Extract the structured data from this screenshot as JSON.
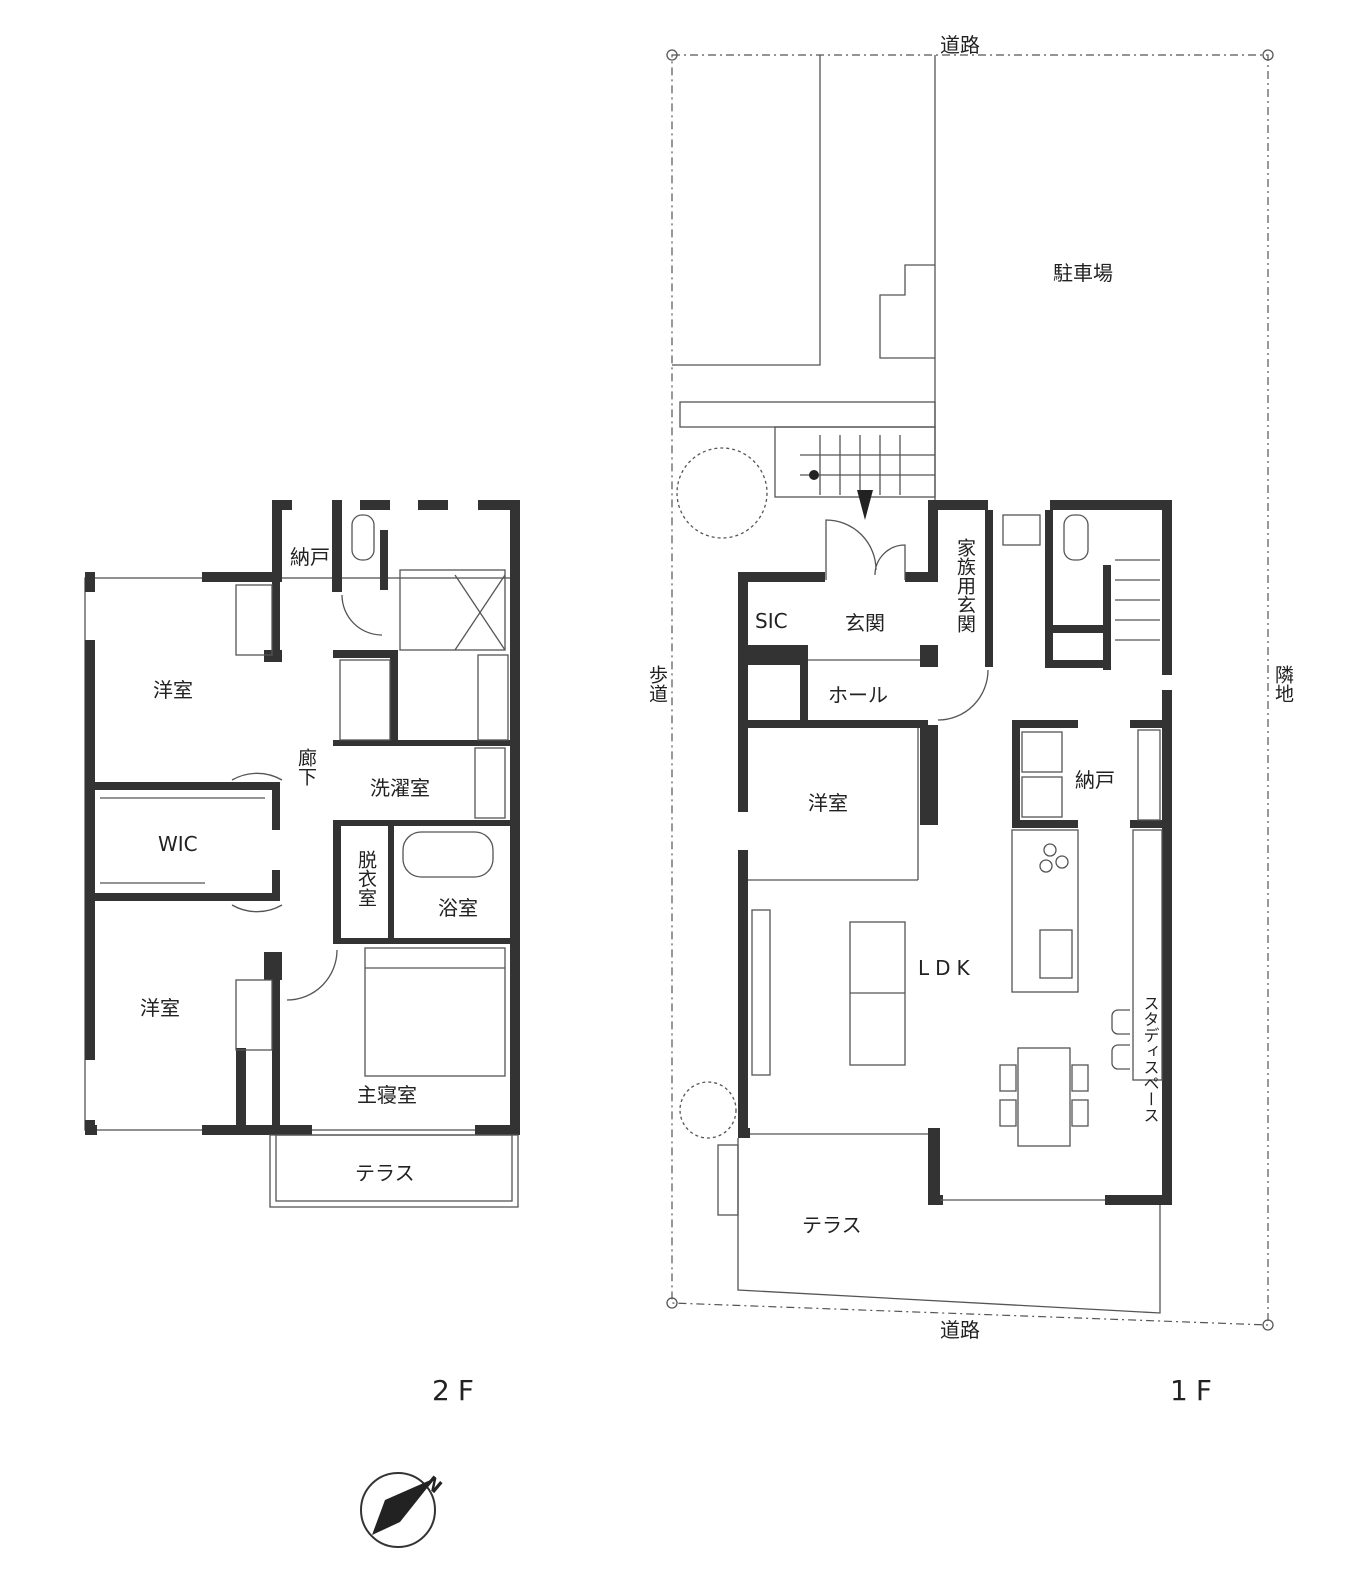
{
  "floor2": {
    "title": "2F",
    "rooms": {
      "storage": "納戸",
      "western_room_top": "洋室",
      "corridor": "廊下",
      "laundry": "洗濯室",
      "wic": "WIC",
      "dressing": "脱衣室",
      "bath": "浴室",
      "western_room_bottom": "洋室",
      "master_bedroom": "主寝室",
      "terrace": "テラス"
    }
  },
  "floor1": {
    "title": "1F",
    "site": {
      "road_top": "道路",
      "road_bottom": "道路",
      "sidewalk": "歩道",
      "neighbor": "隣地",
      "parking": "駐車場"
    },
    "rooms": {
      "sic": "SIC",
      "entrance": "玄関",
      "family_entrance": "家族用玄関",
      "hall": "ホール",
      "western_room": "洋室",
      "storage": "納戸",
      "ldk": "LDK",
      "study_space": "スタディスペース",
      "terrace": "テラス"
    }
  },
  "compass": {
    "label": "N"
  }
}
